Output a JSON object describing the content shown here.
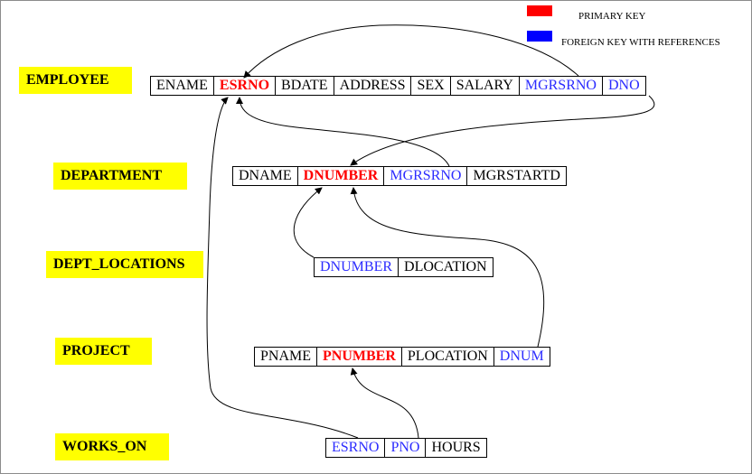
{
  "legend": {
    "primary": {
      "label": "PRIMARY KEY",
      "color": "#ff0000"
    },
    "foreign": {
      "label": "FOREIGN KEY WITH REFERENCES",
      "color": "#0000ff"
    }
  },
  "entities": {
    "employee": {
      "label": "EMPLOYEE",
      "columns": [
        {
          "name": "ENAME",
          "key": "none"
        },
        {
          "name": "ESRNO",
          "key": "primary"
        },
        {
          "name": "BDATE",
          "key": "none"
        },
        {
          "name": "ADDRESS",
          "key": "none"
        },
        {
          "name": "SEX",
          "key": "none"
        },
        {
          "name": "SALARY",
          "key": "none"
        },
        {
          "name": "MGRSRNO",
          "key": "foreign"
        },
        {
          "name": "DNO",
          "key": "foreign"
        }
      ]
    },
    "department": {
      "label": "DEPARTMENT",
      "columns": [
        {
          "name": "DNAME",
          "key": "none"
        },
        {
          "name": "DNUMBER",
          "key": "primary"
        },
        {
          "name": "MGRSRNO",
          "key": "foreign"
        },
        {
          "name": "MGRSTARTD",
          "key": "none"
        }
      ]
    },
    "dept_locations": {
      "label": "DEPT_LOCATIONS",
      "columns": [
        {
          "name": "DNUMBER",
          "key": "foreign"
        },
        {
          "name": "DLOCATION",
          "key": "none"
        }
      ]
    },
    "project": {
      "label": "PROJECT",
      "columns": [
        {
          "name": "PNAME",
          "key": "none"
        },
        {
          "name": "PNUMBER",
          "key": "primary"
        },
        {
          "name": "PLOCATION",
          "key": "none"
        },
        {
          "name": "DNUM",
          "key": "foreign"
        }
      ]
    },
    "works_on": {
      "label": "WORKS_ON",
      "columns": [
        {
          "name": "ESRNO",
          "key": "foreign"
        },
        {
          "name": "PNO",
          "key": "foreign"
        },
        {
          "name": "HOURS",
          "key": "none"
        }
      ]
    }
  }
}
